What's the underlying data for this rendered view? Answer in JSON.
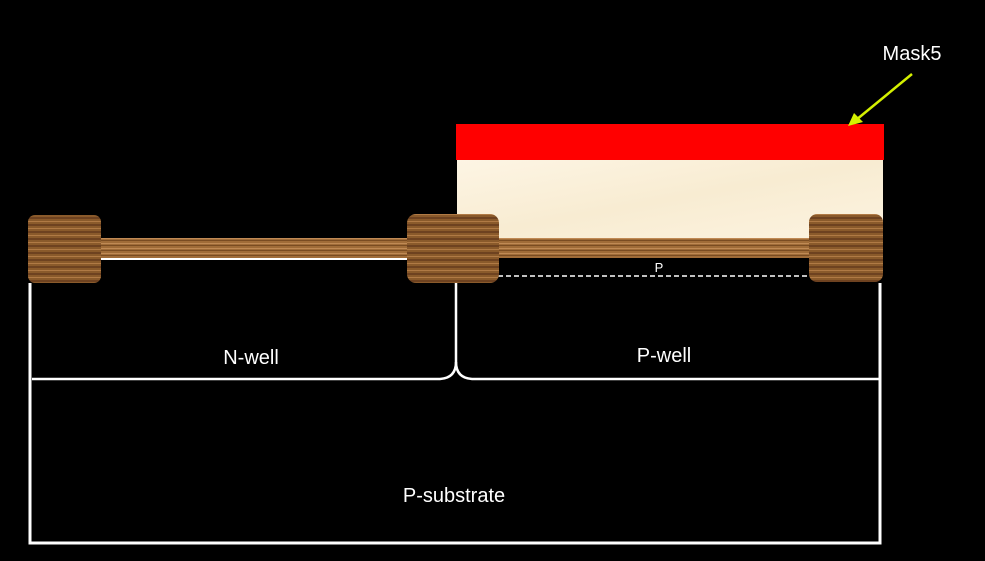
{
  "labels": {
    "mask": "Mask5",
    "n_well": "N-well",
    "p_well": "P-well",
    "p_substrate": "P-substrate",
    "p_implant": "P"
  },
  "colors": {
    "background": "#000000",
    "outline": "#ffffff",
    "mask": "#ff0000",
    "photoresist": "#fbf1dc",
    "field_oxide": "#8a5a2b",
    "gate_oxide": "#9b6a37",
    "arrow": "#d4f000"
  }
}
